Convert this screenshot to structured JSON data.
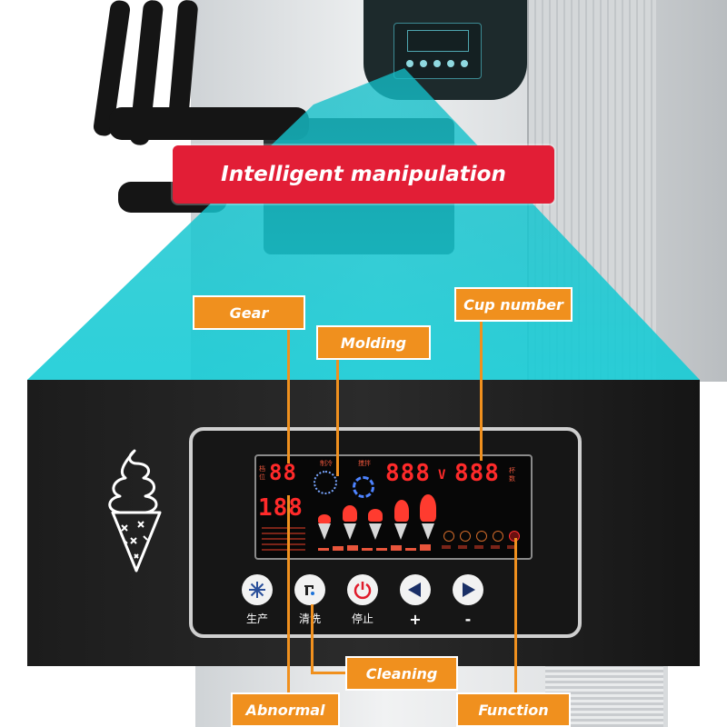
{
  "banner": {
    "title": "Intelligent manipulation"
  },
  "callouts": {
    "gear": "Gear",
    "molding": "Molding",
    "cup_number": "Cup number",
    "cleaning": "Cleaning",
    "abnormal": "Abnormal",
    "function": "Function"
  },
  "lcd": {
    "gear_label": "档位",
    "gear_value": "88",
    "abnormal_value": "188",
    "molding_label": "制冷",
    "stir_label": "搅拌",
    "voltage_value": "888",
    "voltage_unit": "V",
    "cup_value": "888",
    "cup_label": "杯数"
  },
  "buttons": {
    "produce": "生产",
    "clean": "清洗",
    "stop": "停止",
    "plus": "+",
    "minus": "-"
  },
  "colors": {
    "callout": "#f0901e",
    "banner": "#e21e36",
    "lcd_red": "#ff2a2a",
    "beam": "#16ccd6"
  }
}
